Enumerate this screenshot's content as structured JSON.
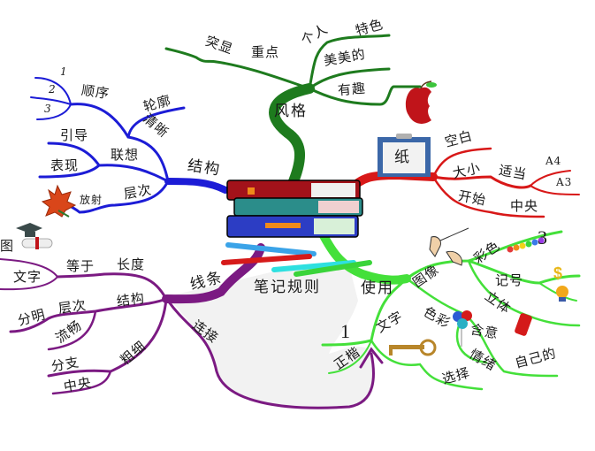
{
  "title": "笔记规则",
  "colors": {
    "style": "#1e7b1e",
    "structure": "#1c1cd6",
    "paper": "#d81818",
    "lines": "#7b1a82",
    "use": "#44e03a",
    "connect_fill": "#f3f3f3"
  },
  "branches": {
    "style": {
      "label": "风格",
      "children": [
        "突显",
        "重点",
        "个人",
        "特色",
        "美美的",
        "有趣"
      ],
      "icon": "apple-icon"
    },
    "structure": {
      "label": "结构",
      "clear": "清晰",
      "outline": "轮廓",
      "order": "顺序",
      "order_items": [
        "1",
        "2",
        "3"
      ],
      "association": "联想",
      "assoc_items": [
        "引导",
        "表现"
      ],
      "hierarchy": "层次",
      "radiate": "放射",
      "icon": "maple-leaf-icon"
    },
    "paper": {
      "label": "纸",
      "blank": "空白",
      "size": "大小",
      "fit": "适当",
      "sizes": [
        "A4",
        "A3"
      ],
      "start": "开始",
      "center": "中央",
      "icon": "clipboard-icon"
    },
    "lines": {
      "label": "线条",
      "length": "长度",
      "equal": "等于",
      "text": "文字",
      "image": "图",
      "structure": "结构",
      "layers": "层次",
      "distinct": "分明",
      "smooth": "流畅",
      "thickness": "粗细",
      "branch": "分支",
      "center": "中央",
      "icon": "graduation-icon"
    },
    "connect": {
      "label": "连接"
    },
    "use": {
      "label": "使用",
      "image": "图像",
      "color": "彩色",
      "color_num": "3",
      "symbol": "记号",
      "solid": "立体",
      "text": "文字",
      "text_num": "1",
      "print": "正楷",
      "colors": "色彩",
      "meaning": "含意",
      "feeling": "情绪",
      "own": "自己的",
      "choose": "选择"
    }
  }
}
